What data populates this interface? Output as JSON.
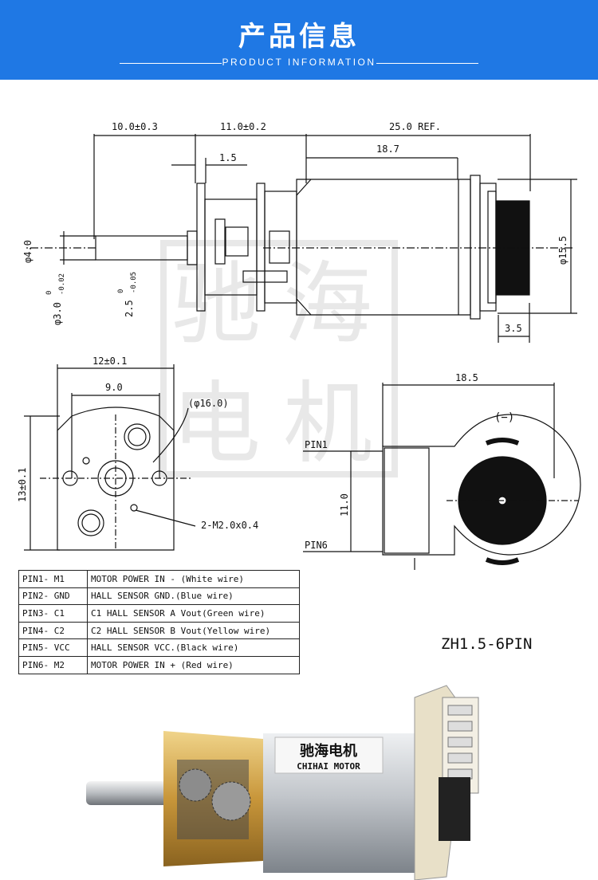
{
  "header": {
    "title": "产品信息",
    "subtitle": "PRODUCT INFORMATION"
  },
  "drawing": {
    "top_dims": {
      "gear_len": "10.0±0.3",
      "gearbox_len": "11.0±0.2",
      "motor_ref": "25.0 REF.",
      "motor_body": "18.7",
      "offset": "1.5",
      "encoder": "3.5"
    },
    "side_dims": {
      "shaft_dia": "φ4.0",
      "flat": "φ3.0",
      "flat_tol_upper": "0",
      "flat_tol_lower": "-0.02",
      "flat2": "2.5",
      "flat2_tol_upper": "0",
      "flat2_tol_lower": "-0.05",
      "magnet_dia": "φ15.5"
    },
    "front_dims": {
      "width": "12±0.1",
      "hole_span": "9.0",
      "height": "13±0.1",
      "circle": "(φ16.0)",
      "screws": "2-M2.0x0.4"
    },
    "encoder_view": {
      "width": "18.5",
      "pin_span": "11.0",
      "pin_first": "PIN1",
      "pin_last": "PIN6",
      "minus": "(−)",
      "plus": "(+)",
      "connector": "ZH1.5-6PIN"
    },
    "watermark": [
      "驰",
      "海",
      "电",
      "机"
    ]
  },
  "pins": [
    {
      "pin": "PIN1- M1",
      "desc": "MOTOR POWER IN - (White wire)"
    },
    {
      "pin": "PIN2- GND",
      "desc": "HALL SENSOR GND.(Blue wire)"
    },
    {
      "pin": "PIN3- C1",
      "desc": "C1 HALL SENSOR A Vout(Green wire)"
    },
    {
      "pin": "PIN4- C2",
      "desc": "C2 HALL SENSOR B Vout(Yellow wire)"
    },
    {
      "pin": "PIN5- VCC",
      "desc": "HALL SENSOR VCC.(Black wire)"
    },
    {
      "pin": "PIN6- M2",
      "desc": "MOTOR POWER IN + (Red wire)"
    }
  ],
  "photo": {
    "label_cn": "驰海电机",
    "label_en": "CHIHAI MOTOR"
  },
  "colors": {
    "banner": "#1f78e4",
    "brass": "#d4a94a",
    "steel": "#c9cdd2"
  }
}
